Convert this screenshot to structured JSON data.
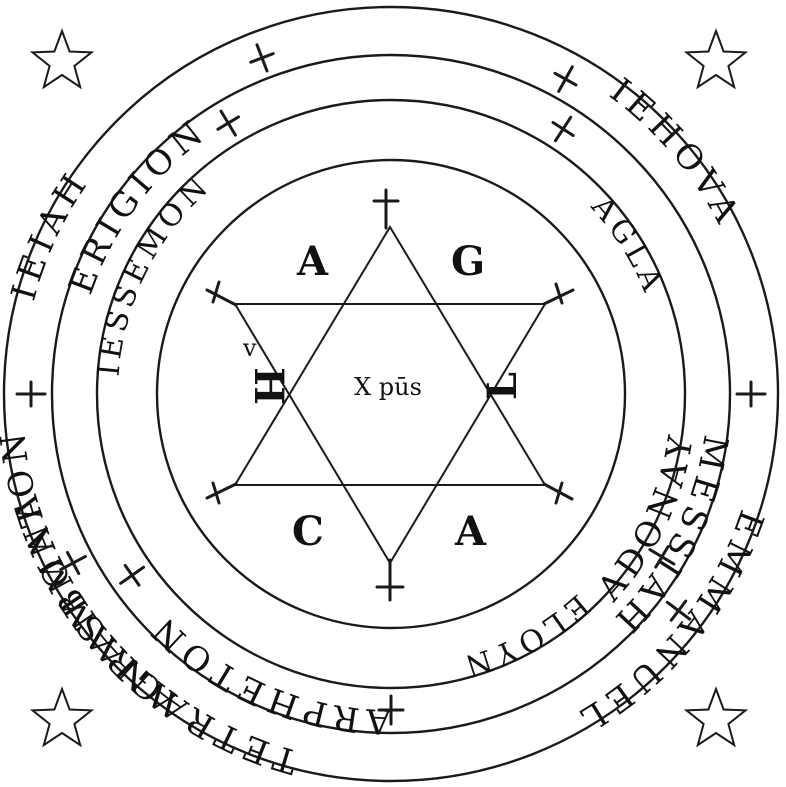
{
  "outer_ring": {
    "top": "IEHOVA",
    "right_top": "EMMANUEL",
    "right_bottom": "TETRAGRAMMATON",
    "left": "IEIAH",
    "left_bottom": "ANASBONA"
  },
  "middle_ring": {
    "top_left": "ERIGION",
    "top_right": "MESSIAH",
    "right": "ARPHETON",
    "bottom": "ADONAY"
  },
  "inner_ring": {
    "top": "AGLA",
    "left": "IESSEMON",
    "right": "ELOYN"
  },
  "hexagram": {
    "letters": {
      "top_left": "A",
      "top_right": "G",
      "right": "L",
      "bottom_right": "A",
      "bottom_left": "C",
      "left": "H",
      "left_mark": "v"
    },
    "center": "X pūs"
  },
  "colors": {
    "ink": "#1a1a1a",
    "paper": "#ffffff"
  },
  "icons": [
    "five-point-star-icon",
    "cross-icon"
  ]
}
